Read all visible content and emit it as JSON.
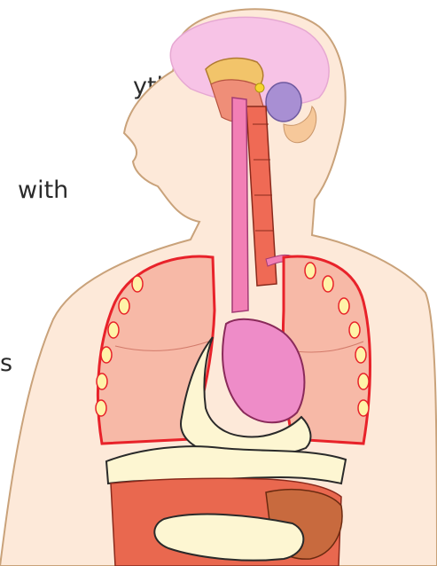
{
  "text_fragment": {
    "lines": [
      "ything",
      "with",
      "",
      "s"
    ]
  },
  "illustration": {
    "subject": "human torso cross-section with lungs, esophagus, trachea and heart",
    "colors": {
      "skin": "#fde9d9",
      "skin_outline": "#c9a27a",
      "brain": "#f7c3e6",
      "lung": "#f7b9a7",
      "lung_edge": "#e8222a",
      "fat": "#fff3a8",
      "heart": "#ee8cc8",
      "trachea": "#ef6a55",
      "esophagus": "#f27fb5",
      "bone": "#fdf6d2",
      "liver": "#e9684f",
      "gland": "#a88fd3",
      "gland_yellow": "#f7d430"
    }
  }
}
